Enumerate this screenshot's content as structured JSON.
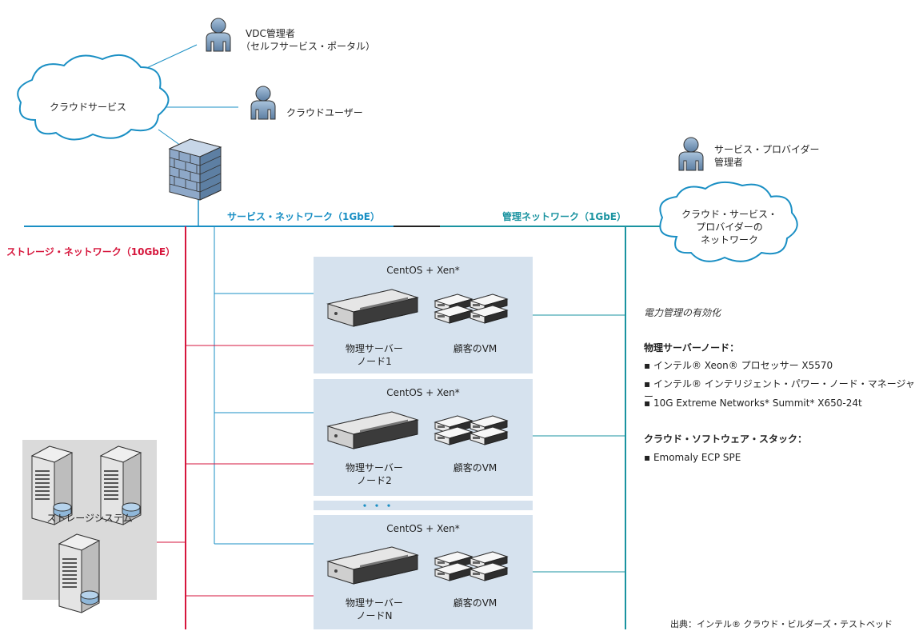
{
  "actors": {
    "vdc_admin": [
      "VDC管理者",
      "（セルフサービス・ポータル）"
    ],
    "cloud_user": "クラウドユーザー",
    "sp_admin": [
      "サービス・プロバイダー",
      "管理者"
    ]
  },
  "clouds": {
    "cloud_service": "クラウドサービス",
    "sp_network": [
      "クラウド・サービス・",
      "プロバイダーの",
      "ネットワーク"
    ]
  },
  "networks": {
    "service": "サービス・ネットワーク（1GbE）",
    "management": "管理ネットワーク（1GbE）",
    "storage": "ストレージ・ネットワーク（10GbE）"
  },
  "nodes": [
    {
      "os": "CentOS + Xen*",
      "server_label": [
        "物理サーバー",
        "ノード1"
      ],
      "vm_label": "顧客のVM"
    },
    {
      "os": "CentOS + Xen*",
      "server_label": [
        "物理サーバー",
        "ノード2"
      ],
      "vm_label": "顧客のVM"
    },
    {
      "os": "CentOS + Xen*",
      "server_label": [
        "物理サーバー",
        "ノードN"
      ],
      "vm_label": "顧客のVM"
    }
  ],
  "ellipsis": "・・・",
  "storage_label": "ストレージシステム",
  "info": {
    "title": "電力管理の有効化",
    "physical_heading": "物理サーバーノード：",
    "physical_items": [
      "▪ インテル® Xeon® プロセッサー X5570",
      "▪ インテル® インテリジェント・パワー・ノード・マネージャー",
      "▪ 10G Extreme Networks* Summit* X650-24t"
    ],
    "stack_heading": "クラウド・ソフトウェア・スタック：",
    "stack_items": [
      "▪ Emomaly ECP SPE"
    ]
  },
  "source": "出典：インテル® クラウド・ビルダーズ・テストベッド",
  "colors": {
    "service_network": "#1a8fc4",
    "management_network": "#1a93a0",
    "storage_network": "#d6163c",
    "panel": "#d6e2ee",
    "person": "#6f8fb0"
  }
}
